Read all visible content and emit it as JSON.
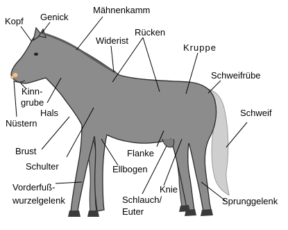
{
  "diagram": {
    "colors": {
      "body": "#8c8c8c",
      "outline": "#2a2a2a",
      "tail": "#cfcfcf",
      "hooves": "#3a3a3a",
      "nostril": "#e8c39a",
      "leader": "#000000"
    },
    "labels": {
      "kopf": "Kopf",
      "genick": "Genick",
      "maehnenkamm": "Mähnenkamm",
      "ruecken": "Rücken",
      "widerist": "Widerist",
      "kruppe": "Kruppe",
      "schweifruebe": "Schweifrübe",
      "schweif": "Schweif",
      "kinngrube_1": "Kinn-",
      "kinngrube_2": "grube",
      "hals": "Hals",
      "nuestern": "Nüstern",
      "brust": "Brust",
      "schulter": "Schulter",
      "flanke": "Flanke",
      "ellbogen": "Ellbogen",
      "knie": "Knie",
      "schlauch_1": "Schlauch/",
      "schlauch_2": "Euter",
      "vorderfuss_1": "Vorderfuß-",
      "vorderfuss_2": "wurzelgelenk",
      "sprunggelenk": "Sprunggelenk"
    }
  }
}
